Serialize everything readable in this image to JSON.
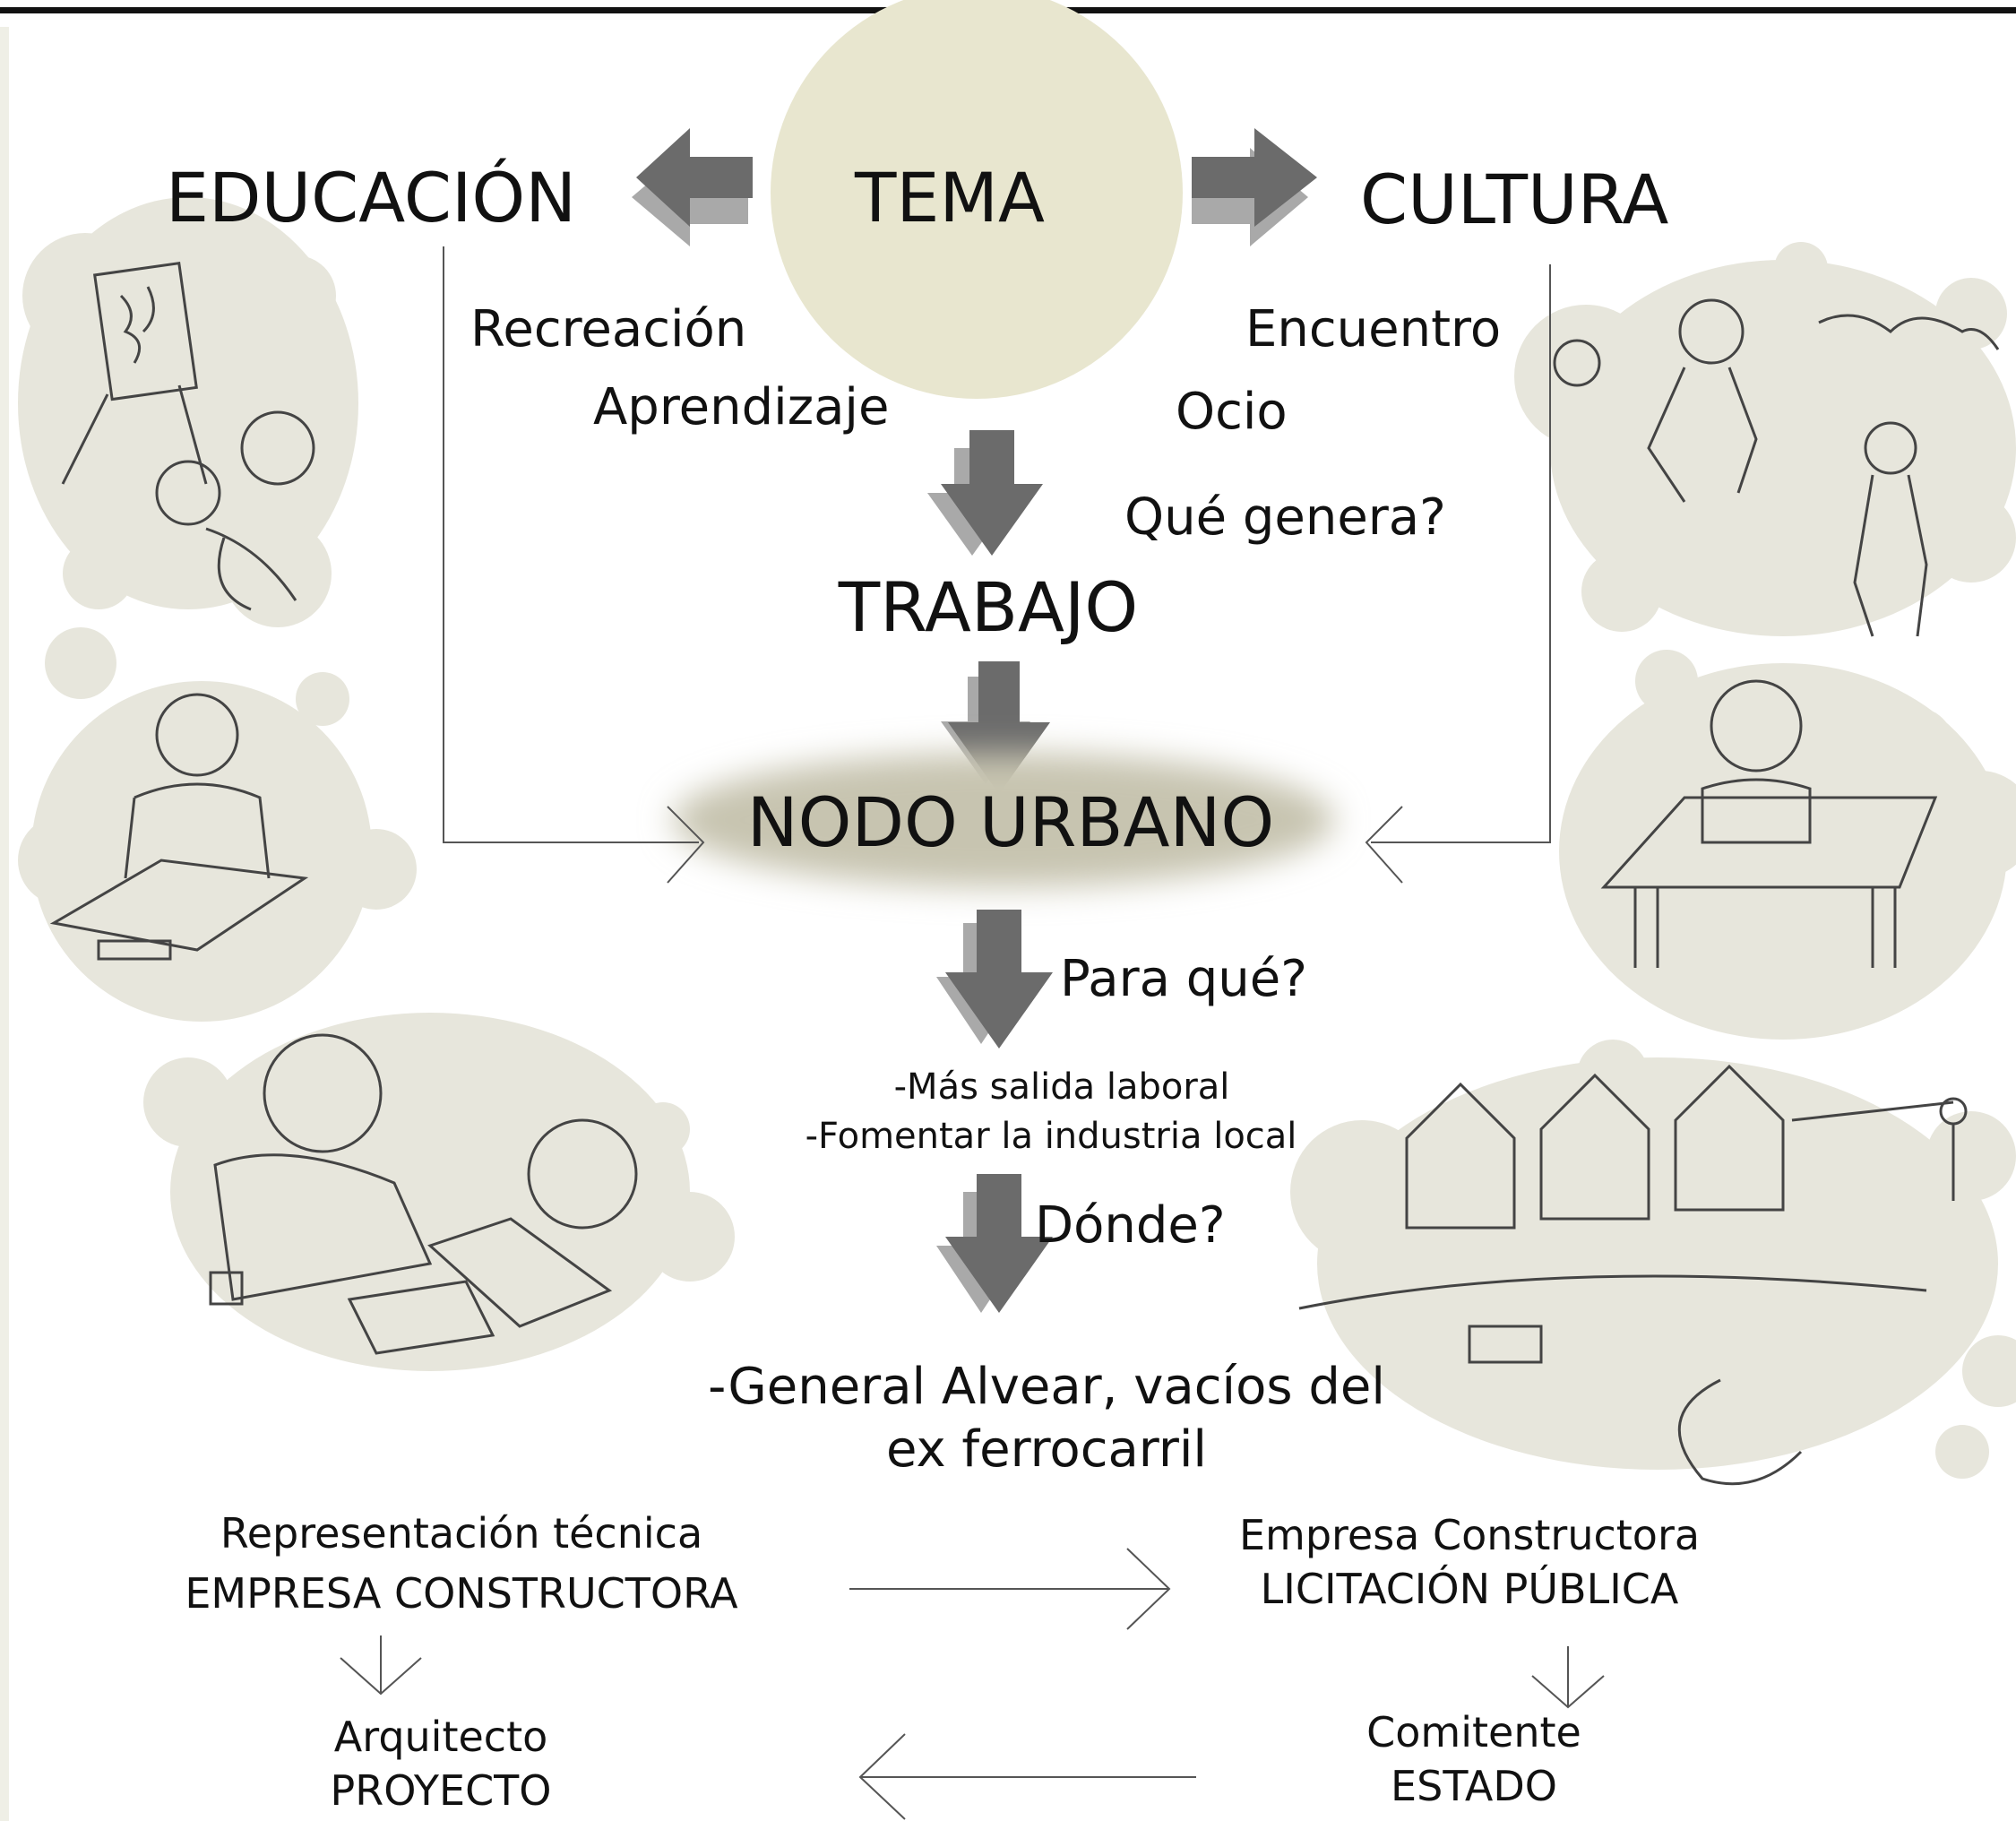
{
  "center": {
    "title": "TEMA",
    "fill": "#e8e6cf"
  },
  "branches": {
    "left": "EDUCACIÓN",
    "right": "CULTURA"
  },
  "keywords": {
    "recreacion": "Recreación",
    "aprendizaje": "Aprendizaje",
    "encuentro": "Encuentro",
    "ocio": "Ocio",
    "que_genera": "Qué genera?"
  },
  "flow": {
    "trabajo": "TRABAJO",
    "nodo": "NODO URBANO",
    "para_que": "Para qué?",
    "reasons": [
      "-Más salida laboral",
      "-Fomentar la industria local"
    ],
    "donde": "Dónde?",
    "place": [
      "-General Alvear, vacíos del",
      "ex ferrocarril"
    ]
  },
  "process": {
    "top_left": [
      "Representación técnica",
      "EMPRESA CONSTRUCTORA"
    ],
    "top_right": [
      "Empresa Constructora",
      "LICITACIÓN PÚBLICA"
    ],
    "bottom_left": [
      "Arquitecto",
      "PROYECTO"
    ],
    "bottom_right": [
      "Comitente",
      "ESTADO"
    ]
  },
  "colors": {
    "arrow": "#6b6b6b",
    "arrow_shadow": "#a9a9a9",
    "blob": "#e7e6dc",
    "line": "#555555"
  },
  "illustrations": [
    "child-painting-sketch",
    "child-drawing-at-desk-sketch",
    "children-reading-sketch",
    "children-playing-ball-sketch",
    "child-at-table-sketch",
    "railway-warehouses-sketch"
  ]
}
